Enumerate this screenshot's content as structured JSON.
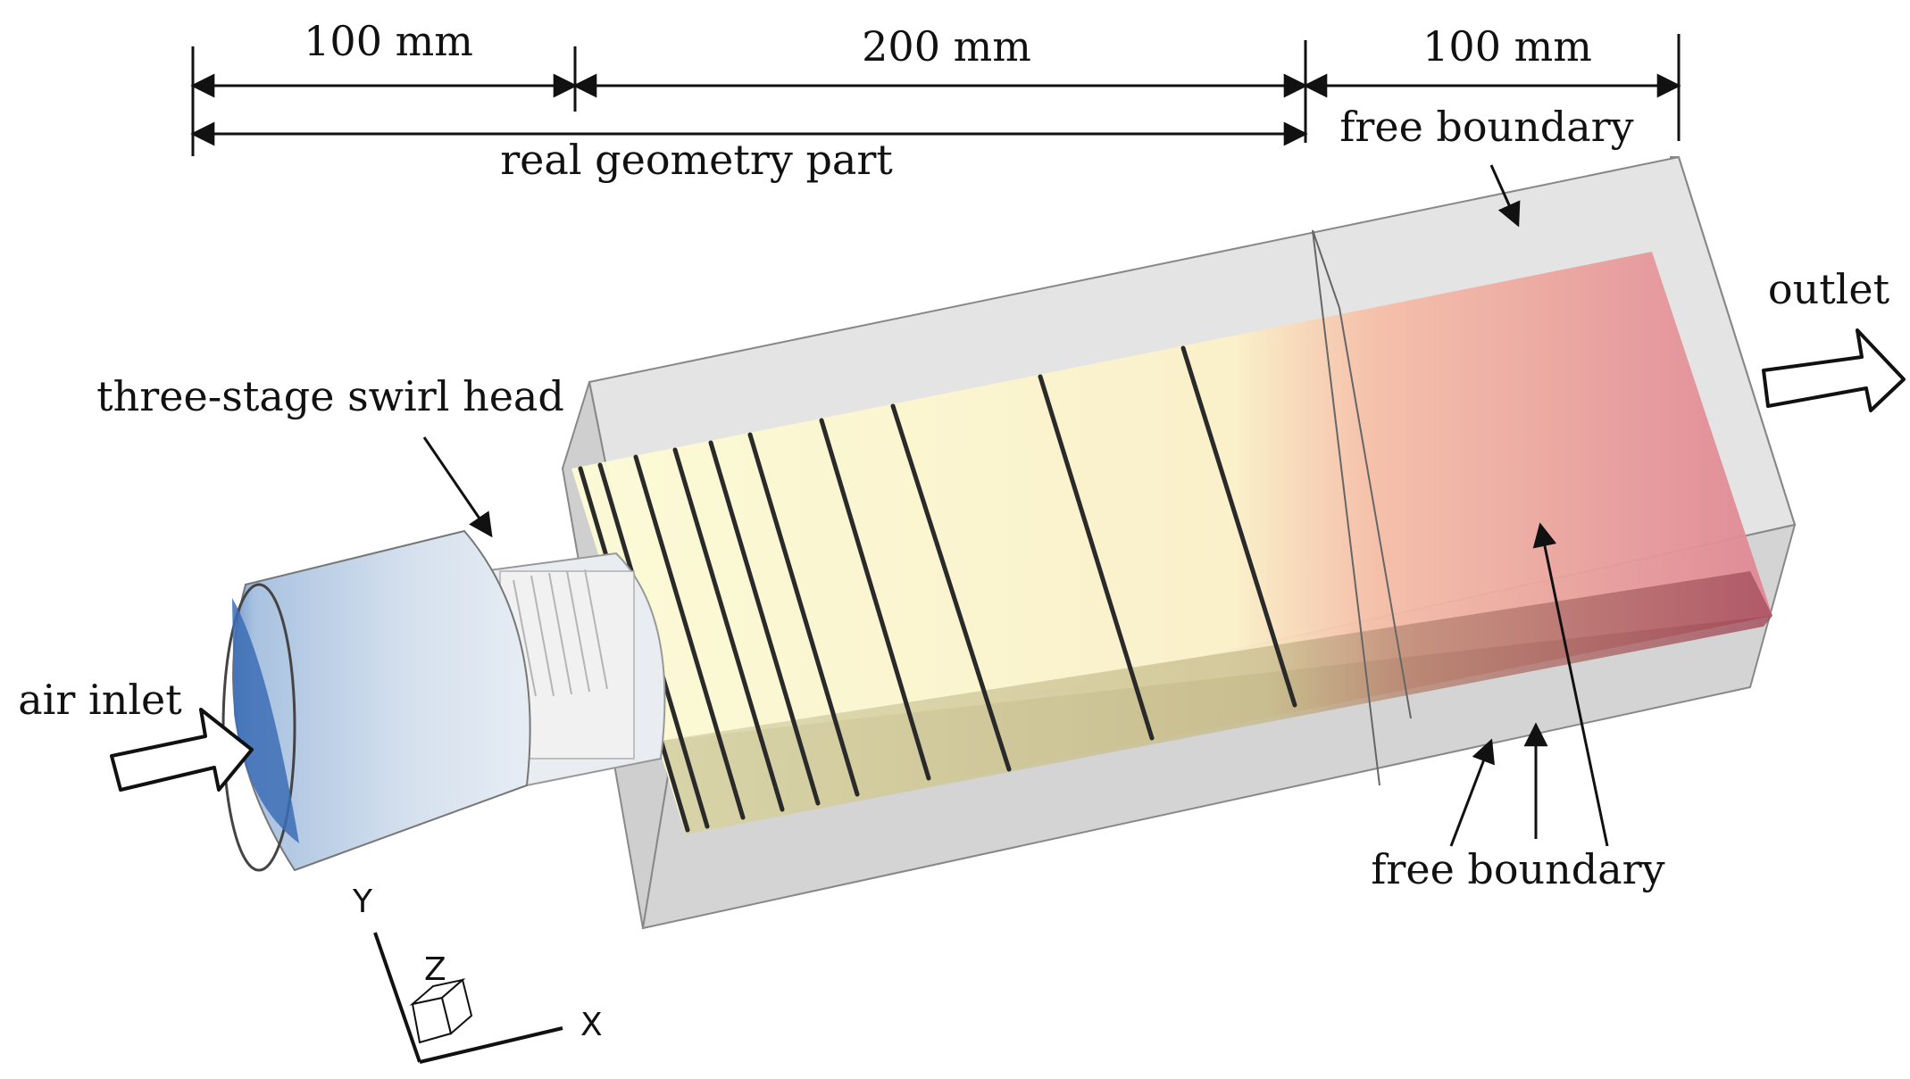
{
  "dimensions": {
    "left": "100 mm",
    "middle": "200 mm",
    "right": "100 mm",
    "span": "real geometry part"
  },
  "labels": {
    "free_boundary_top": "free boundary",
    "free_boundary_bottom": "free boundary",
    "outlet": "outlet",
    "swirl_head": "three-stage swirl head",
    "air_inlet": "air inlet"
  },
  "axes": {
    "y": "Y",
    "z": "Z",
    "x": "X"
  },
  "colors": {
    "box_face": "#d9d9d9",
    "slice_light": "#fdf8d0",
    "slice_red": "#d97a86",
    "inlet_blue": "#3c6db5",
    "line": "#111111"
  }
}
